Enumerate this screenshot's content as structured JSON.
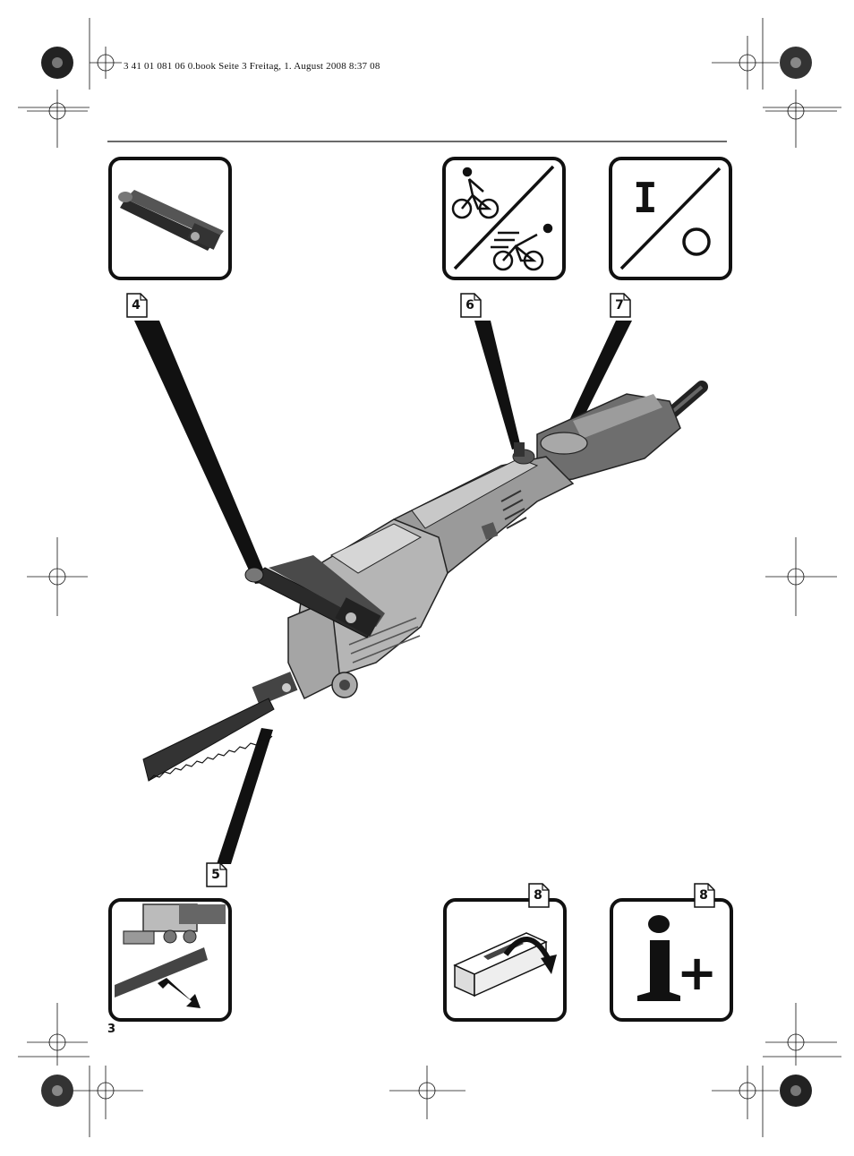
{
  "header": {
    "file_line": "3 41 01 081 06 0.book  Seite 3  Freitag, 1. August 2008  8:37 08"
  },
  "page_number": "3",
  "callouts": [
    {
      "id": "4",
      "label": "4"
    },
    {
      "id": "6",
      "label": "6"
    },
    {
      "id": "7",
      "label": "7"
    },
    {
      "id": "5",
      "label": "5"
    },
    {
      "id": "8a",
      "label": "8"
    },
    {
      "id": "8b",
      "label": "8"
    }
  ],
  "switch_panel": {
    "on_symbol": "I"
  },
  "info_panel": {
    "symbol": "+"
  },
  "colors": {
    "ink": "#111111",
    "tool_body": "#9a9a9a",
    "tool_dark": "#3a3a3a"
  }
}
